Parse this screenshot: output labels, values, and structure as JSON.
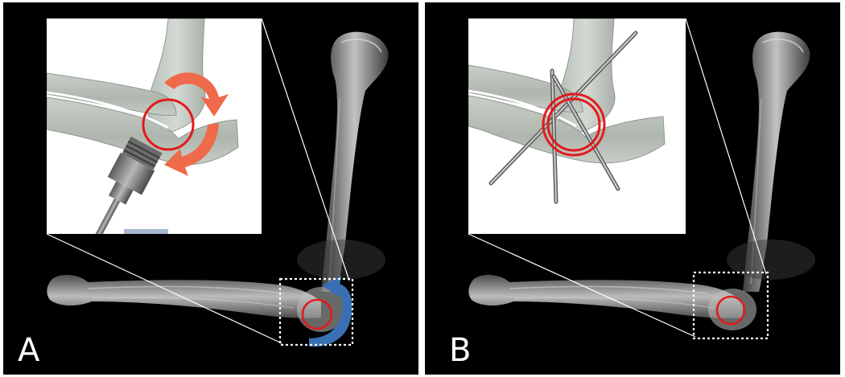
{
  "figure": {
    "panels": [
      {
        "label": "A",
        "illustration": "elbow-joint-rotation-with-drill",
        "highlight_color": "#e21a1a",
        "arrow_color": "#ee6a4a",
        "xray_arrow_color": "#3a6fb3"
      },
      {
        "label": "B",
        "illustration": "elbow-joint-fixed-with-three-pins",
        "highlight_color": "#e21a1a"
      }
    ]
  }
}
